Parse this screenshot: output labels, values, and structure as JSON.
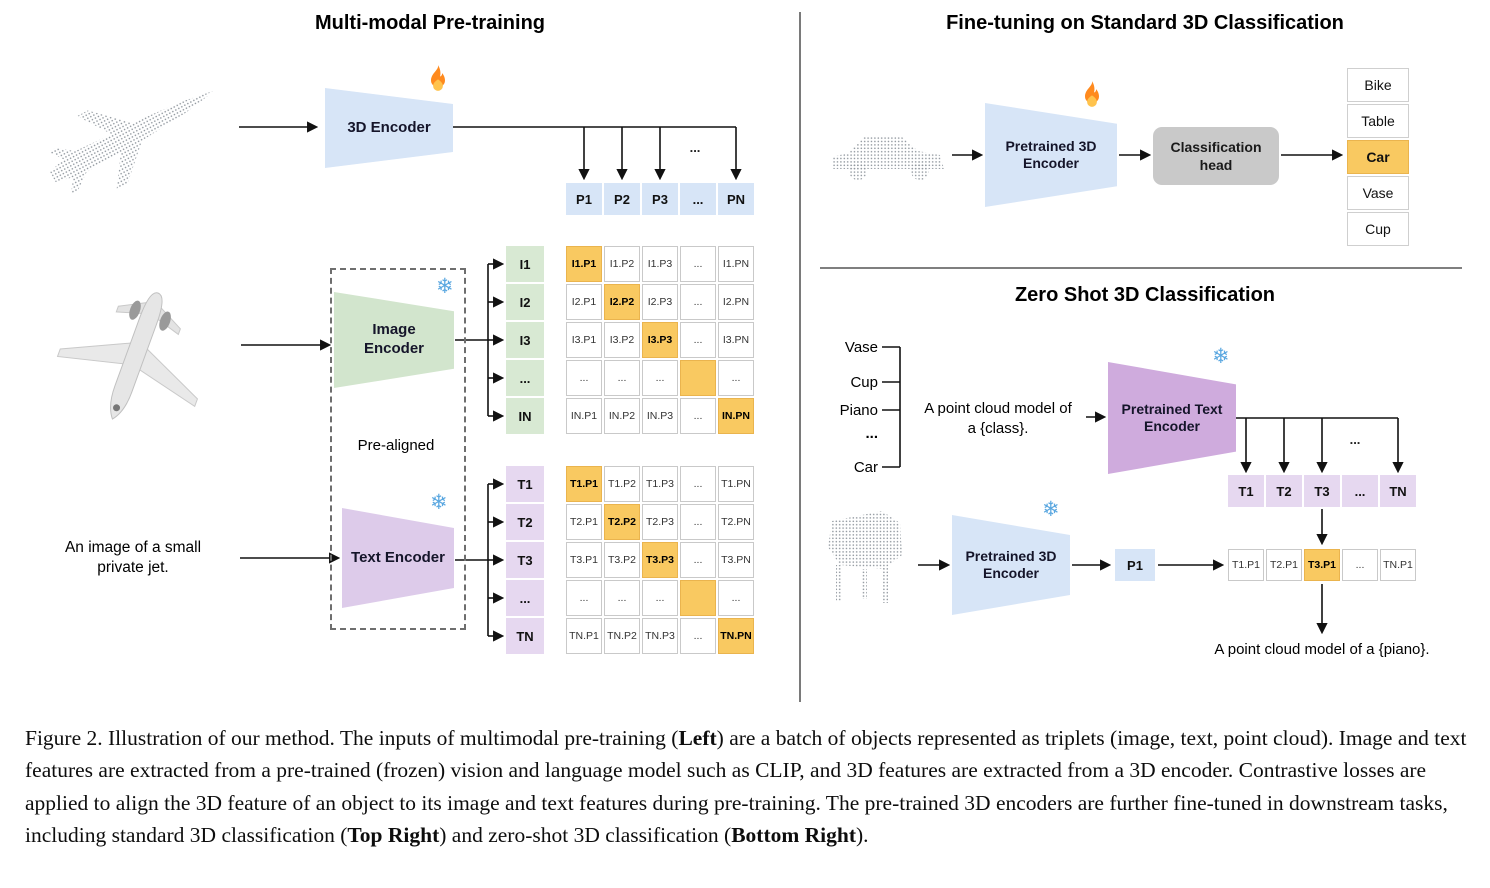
{
  "left": {
    "title": "Multi-modal Pre-training",
    "encoder3d_label": "3D Encoder",
    "image_encoder_label": "Image Encoder",
    "text_encoder_label": "Text Encoder",
    "prealigned": "Pre-aligned",
    "input_line1": "An image of a small",
    "input_line2": "private jet.",
    "dots": "...",
    "p_row": [
      "P1",
      "P2",
      "P3",
      "...",
      "PN"
    ],
    "i_labels": [
      "I1",
      "I2",
      "I3",
      "...",
      "IN"
    ],
    "t_labels": [
      "T1",
      "T2",
      "T3",
      "...",
      "TN"
    ],
    "i_matrix": [
      [
        "I1.P1",
        "I1.P2",
        "I1.P3",
        "...",
        "I1.PN"
      ],
      [
        "I2.P1",
        "I2.P2",
        "I2.P3",
        "...",
        "I2.PN"
      ],
      [
        "I3.P1",
        "I3.P2",
        "I3.P3",
        "...",
        "I3.PN"
      ],
      [
        "...",
        "...",
        "...",
        "",
        "..."
      ],
      [
        "IN.P1",
        "IN.P2",
        "IN.P3",
        "...",
        "IN.PN"
      ]
    ],
    "t_matrix": [
      [
        "T1.P1",
        "T1.P2",
        "T1.P3",
        "...",
        "T1.PN"
      ],
      [
        "T2.P1",
        "T2.P2",
        "T2.P3",
        "...",
        "T2.PN"
      ],
      [
        "T3.P1",
        "T3.P2",
        "T3.P3",
        "...",
        "T3.PN"
      ],
      [
        "...",
        "...",
        "...",
        "",
        "..."
      ],
      [
        "TN.P1",
        "TN.P2",
        "TN.P3",
        "...",
        "TN.PN"
      ]
    ]
  },
  "top_right": {
    "title": "Fine-tuning on Standard 3D Classification",
    "encoder_label": "Pretrained 3D Encoder",
    "head_label": "Classification head",
    "classes": [
      "Bike",
      "Table",
      "Car",
      "Vase",
      "Cup"
    ],
    "highlighted_class": "Car"
  },
  "bottom_right": {
    "title": "Zero Shot 3D Classification",
    "classes": [
      "Vase",
      "Cup",
      "Piano",
      "...",
      "Car"
    ],
    "prompt_line1": "A point cloud model of",
    "prompt_line2": "a {class}.",
    "text_encoder_label": "Pretrained Text Encoder",
    "encoder3d_label": "Pretrained 3D Encoder",
    "t_row": [
      "T1",
      "T2",
      "T3",
      "...",
      "TN"
    ],
    "p_cell": "P1",
    "result_row": [
      "T1.P1",
      "T2.P1",
      "T3.P1",
      "...",
      "TN.P1"
    ],
    "highlighted_result": "T3.P1",
    "result_text": "A point cloud model of a {piano}.",
    "dots": "..."
  },
  "icons": {
    "fire_icon": "🔥",
    "snowflake_icon": "❄"
  },
  "colors": {
    "encoder_blue": "#d7e5f7",
    "encoder_green": "#d2e5cd",
    "encoder_purple": "#ddcbea",
    "encoder_purple_dark": "#cfabdd",
    "highlight_orange": "#f9c961",
    "cell_blue": "#d7e5f7",
    "cell_green": "#d8e9d3",
    "cell_purple": "#e6d8f0",
    "head_gray": "#c9c9c9"
  },
  "caption": {
    "segments": [
      {
        "text": "Figure 2. Illustration of our method. The inputs of multimodal pre-training ("
      },
      {
        "text": "Left",
        "bold": true
      },
      {
        "text": ") are a batch of objects represented as triplets (image, text, point cloud). Image and text features are extracted from a pre-trained (frozen) vision and language model such as CLIP, and 3D features are extracted from a 3D encoder. Contrastive losses are applied to align the 3D feature of an object to its image and text features during pre-training. The pre-trained 3D encoders are further fine-tuned in downstream tasks, including standard 3D classification ("
      },
      {
        "text": "Top Right",
        "bold": true
      },
      {
        "text": ") and zero-shot 3D classification ("
      },
      {
        "text": "Bottom Right",
        "bold": true
      },
      {
        "text": ")."
      }
    ]
  }
}
